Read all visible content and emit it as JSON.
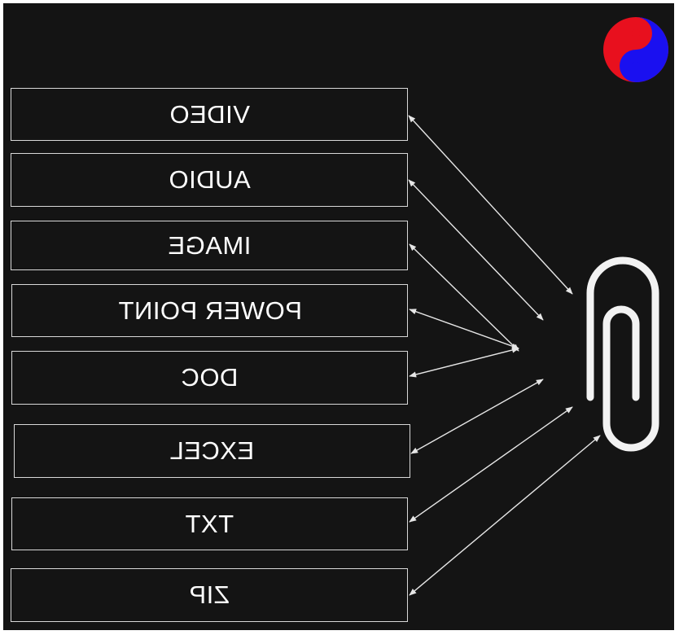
{
  "file_types": [
    {
      "label": "VIDEO"
    },
    {
      "label": "AUDIO"
    },
    {
      "label": "IMAGE"
    },
    {
      "label": "POWER POINT"
    },
    {
      "label": "DOC"
    },
    {
      "label": "EXCEL"
    },
    {
      "label": "TXT"
    },
    {
      "label": "ZIP"
    }
  ],
  "icons": {
    "attachment": "paperclip-icon",
    "logo": "yin-yang-icon"
  },
  "colors": {
    "background": "#141414",
    "stroke": "#e6e6e6",
    "yin": "#1a10f0",
    "yang": "#e8101e"
  }
}
